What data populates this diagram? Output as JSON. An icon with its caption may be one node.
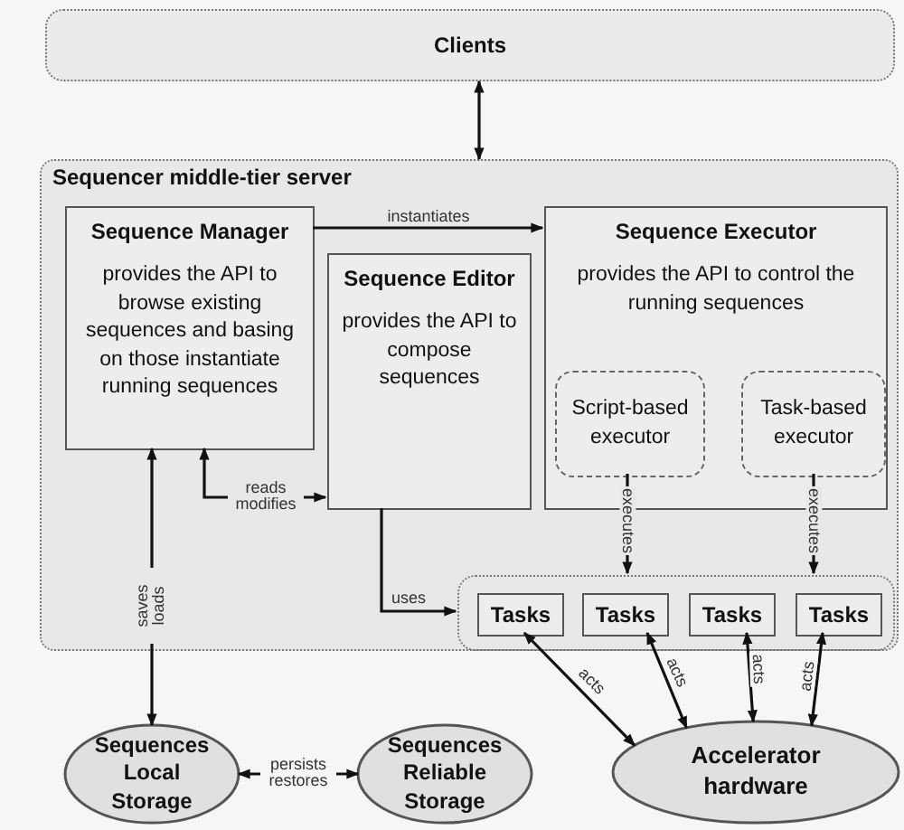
{
  "diagram": {
    "nodes": [
      {
        "text": [
          "Clients"
        ]
      },
      {
        "text": [
          "Sequencer middle-tier server"
        ]
      },
      {
        "text": [
          "Sequence Manager",
          "provides the API to browse existing sequences and basing on those instantiate running sequences"
        ],
        "in": 1
      },
      {
        "text": [
          "Sequence Editor",
          "provides the API to compose sequences"
        ],
        "in": 1
      },
      {
        "text": [
          "Sequence Executor",
          "provides the API to control the running sequences"
        ],
        "in": 1
      },
      {
        "text": [
          "Script-based executor"
        ],
        "in": 4
      },
      {
        "text": [
          "Task-based executor"
        ],
        "in": 4
      },
      {
        "text": [],
        "shape": "box",
        "in": 1
      },
      {
        "text": [
          "Tasks"
        ],
        "in": 7
      },
      {
        "text": [
          "Tasks"
        ],
        "in": 7
      },
      {
        "text": [
          "Tasks"
        ],
        "in": 7
      },
      {
        "text": [
          "Tasks"
        ],
        "in": 7
      },
      {
        "text": [
          "Sequences Local Storage"
        ]
      },
      {
        "text": [
          "Sequences Reliable Storage"
        ]
      },
      {
        "text": [
          "Accelerator hardware"
        ]
      }
    ],
    "edges": [
      {
        "from": 0,
        "to": 1,
        "arrow": "both"
      },
      {
        "from": 2,
        "to": 4,
        "arrow": "to",
        "label": "instantiates"
      },
      {
        "from": 2,
        "to": 3,
        "arrow": "both",
        "label": "reads modifies"
      },
      {
        "from": 2,
        "to": 12,
        "arrow": "both",
        "label": "saves loads"
      },
      {
        "from": 3,
        "to": 7,
        "arrow": "to",
        "label": "uses"
      },
      {
        "from": 5,
        "to": 7,
        "arrow": "to",
        "label": "executes"
      },
      {
        "from": 6,
        "to": 7,
        "arrow": "to",
        "label": "executes"
      },
      {
        "from": 8,
        "to": 14,
        "arrow": "both",
        "label": "acts"
      },
      {
        "from": 9,
        "to": 14,
        "arrow": "both",
        "label": "acts"
      },
      {
        "from": 10,
        "to": 14,
        "arrow": "both",
        "label": "acts"
      },
      {
        "from": 11,
        "to": 14,
        "arrow": "both",
        "label": "acts"
      },
      {
        "from": 12,
        "to": 13,
        "arrow": "both",
        "label": "persists restores"
      }
    ]
  }
}
